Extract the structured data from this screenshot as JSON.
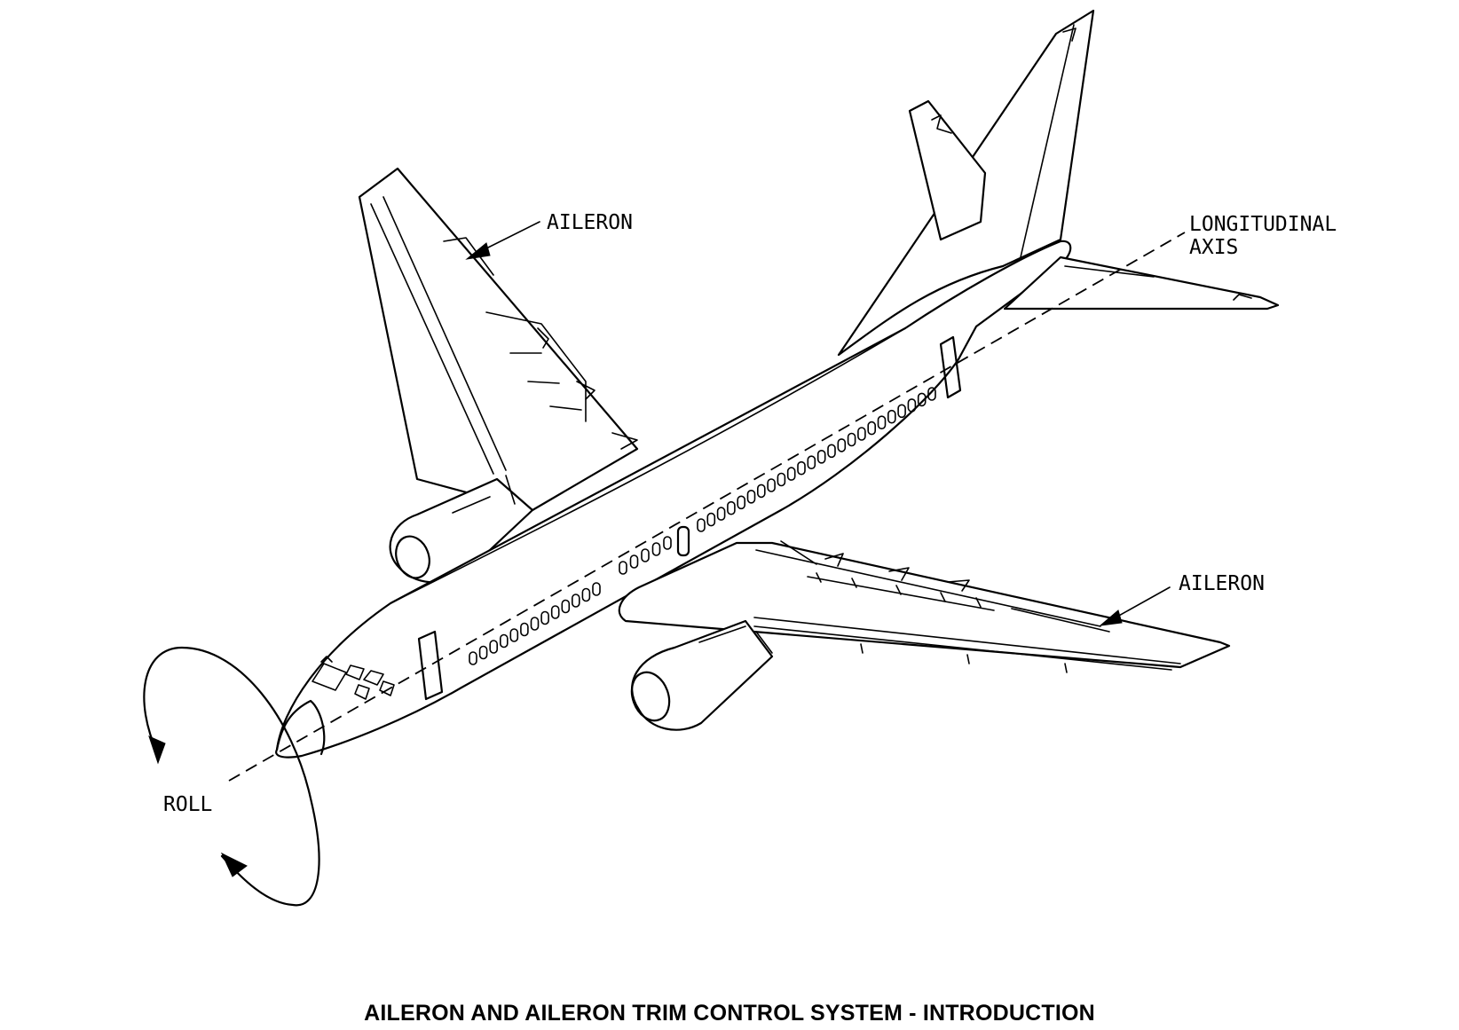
{
  "labels": {
    "aileron_upper": "AILERON",
    "aileron_lower": "AILERON",
    "axis_line1": "LONGITUDINAL",
    "axis_line2": "AXIS",
    "roll": "ROLL"
  },
  "figure_title": "AILERON AND AILERON TRIM CONTROL SYSTEM - INTRODUCTION",
  "colors": {
    "ink": "#000000",
    "background": "#ffffff"
  }
}
